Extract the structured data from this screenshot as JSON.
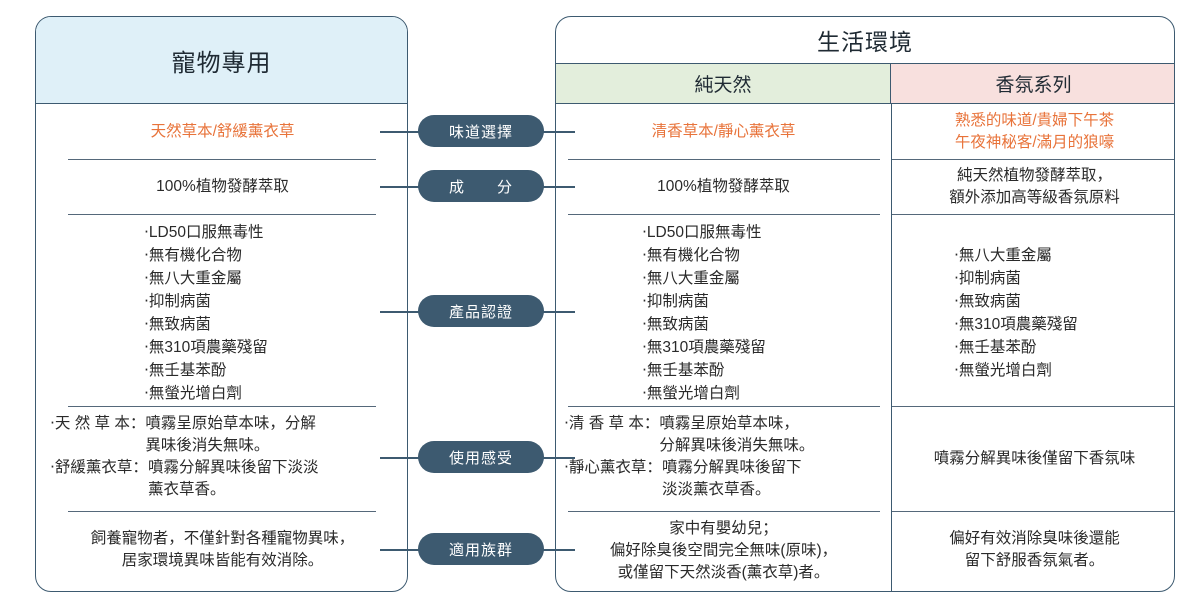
{
  "left": {
    "title": "寵物專用",
    "scent": "天然草本/舒緩薰衣草",
    "ingredient": "100%植物發酵萃取",
    "certs": [
      "‧LD50口服無毒性",
      "‧無有機化合物",
      "‧無八大重金屬",
      "‧抑制病菌",
      "‧無致病菌",
      "‧無310項農藥殘留",
      "‧無壬基苯酚",
      "‧無螢光增白劑"
    ],
    "feel": [
      {
        "label": "‧天 然 草 本：",
        "lines": [
          "噴霧呈原始草本味，分解",
          "異味後消失無味。"
        ]
      },
      {
        "label": "‧舒緩薰衣草：",
        "lines": [
          "噴霧分解異味後留下淡淡",
          "薰衣草香。"
        ]
      }
    ],
    "audience": [
      "飼養寵物者，不僅針對各種寵物異味，",
      "居家環境異味皆能有效消除。"
    ]
  },
  "right": {
    "title": "生活環境",
    "natural": {
      "title": "純天然",
      "scent": "清香草本/靜心薰衣草",
      "ingredient": "100%植物發酵萃取",
      "certs": [
        "‧LD50口服無毒性",
        "‧無有機化合物",
        "‧無八大重金屬",
        "‧抑制病菌",
        "‧無致病菌",
        "‧無310項農藥殘留",
        "‧無壬基苯酚",
        "‧無螢光增白劑"
      ],
      "feel": [
        {
          "label": "‧清 香 草 本：",
          "lines": [
            "噴霧呈原始草本味，",
            "分解異味後消失無味。"
          ]
        },
        {
          "label": "‧靜心薰衣草：",
          "lines": [
            "噴霧分解異味後留下",
            "淡淡薰衣草香。"
          ]
        }
      ],
      "audience": [
        "家中有嬰幼兒；",
        "偏好除臭後空間完全無味(原味)，",
        "或僅留下天然淡香(薰衣草)者。"
      ]
    },
    "fragrance": {
      "title": "香氛系列",
      "scent": [
        "熟悉的味道/貴婦下午茶",
        "午夜神秘客/滿月的狼嚎"
      ],
      "ingredient": [
        "純天然植物發酵萃取，",
        "額外添加高等級香氛原料"
      ],
      "certs": [
        "‧無八大重金屬",
        "‧抑制病菌",
        "‧無致病菌",
        "‧無310項農藥殘留",
        "‧無壬基苯酚",
        "‧無螢光增白劑"
      ],
      "feel": "噴霧分解異味後僅留下香氛味",
      "audience": [
        "偏好有效消除臭味後還能",
        "留下舒服香氛氣者。"
      ]
    }
  },
  "categories": [
    "味道選擇",
    "成　　分",
    "產品認證",
    "使用感受",
    "適用族群"
  ],
  "colors": {
    "border": "#3d5a70",
    "pill": "#3d5a70",
    "left_header": "#dff0f8",
    "natural_header": "#e3eedc",
    "fragrance_header": "#f8e0de",
    "scent_text": "#e8733a"
  }
}
